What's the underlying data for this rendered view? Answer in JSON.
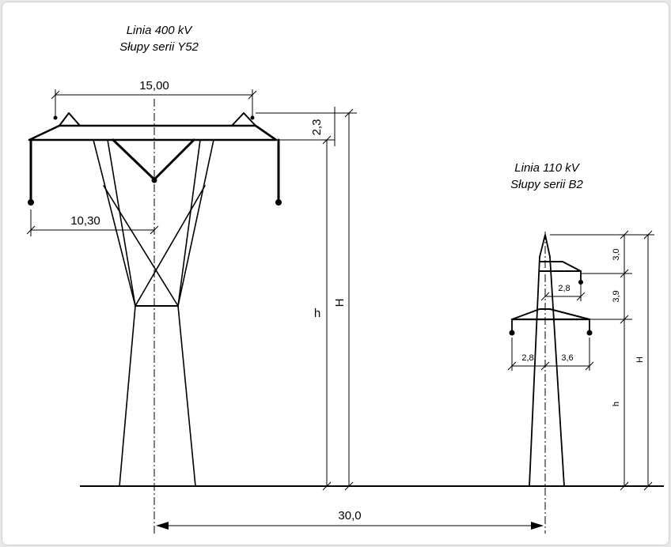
{
  "tower_400": {
    "line_label": "Linia 400 kV",
    "series_label": "Słupy serii Y52",
    "dim_crossarm_width": "15,00",
    "dim_half_width": "10,30",
    "dim_top_height": "2,3",
    "dim_h": "h",
    "dim_H": "H"
  },
  "tower_110": {
    "line_label": "Linia 110 kV",
    "series_label": "Słupy serii B2",
    "dim_top": "3,0",
    "dim_arm_upper": "2,8",
    "dim_mid": "3,9",
    "dim_arm_left": "2,8",
    "dim_arm_right": "3,6",
    "dim_h": "h",
    "dim_H": "H"
  },
  "dim_spacing": "30,0"
}
